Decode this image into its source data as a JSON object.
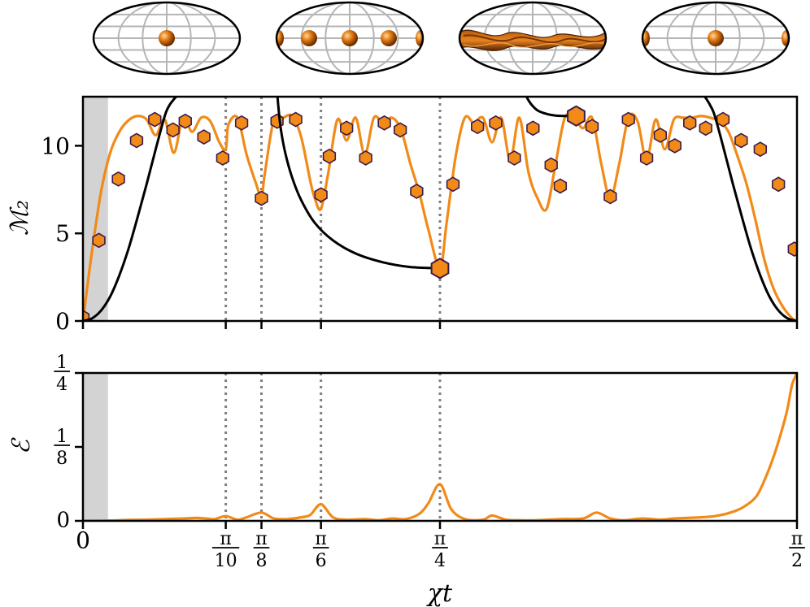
{
  "chart_data": [
    {
      "type": "line",
      "panel": "top",
      "ylabel": "ℳ₂",
      "xlim": [
        0,
        1.5708
      ],
      "ylim": [
        0,
        12.8
      ],
      "yticks": [
        0,
        5,
        10
      ],
      "ytick_labels": [
        "0",
        "5",
        "10"
      ],
      "grid": false,
      "shaded_region": [
        0,
        0.055
      ],
      "reference_lines_x": [
        0.31416,
        0.3927,
        0.5236,
        0.7854
      ],
      "series": [
        {
          "style": "line",
          "color": "#f28a18",
          "x": [
            0,
            0.02,
            0.04,
            0.06,
            0.08,
            0.1,
            0.12,
            0.14,
            0.16,
            0.18,
            0.2,
            0.22,
            0.24,
            0.26,
            0.28,
            0.3,
            0.31416,
            0.32,
            0.34,
            0.36,
            0.38,
            0.3927,
            0.4,
            0.42,
            0.44,
            0.46,
            0.48,
            0.5,
            0.51,
            0.5236,
            0.54,
            0.56,
            0.58,
            0.6,
            0.62,
            0.64,
            0.66,
            0.68,
            0.7,
            0.72,
            0.74,
            0.76,
            0.7854,
            0.8,
            0.82,
            0.84,
            0.86,
            0.88,
            0.9,
            0.92,
            0.94,
            0.96,
            0.98,
            1.0,
            1.02,
            1.04,
            1.06,
            1.08,
            1.1,
            1.12,
            1.14,
            1.16,
            1.18,
            1.2,
            1.22,
            1.24,
            1.26,
            1.28,
            1.3,
            1.32,
            1.34,
            1.36,
            1.38,
            1.4,
            1.42,
            1.44,
            1.46,
            1.48,
            1.5,
            1.52,
            1.54,
            1.56,
            1.5708
          ],
          "y": [
            0,
            4.0,
            7.4,
            9.6,
            10.8,
            11.45,
            11.7,
            11.5,
            10.6,
            11.5,
            9.6,
            11.6,
            10.8,
            11.6,
            11.4,
            10.2,
            9.8,
            11.2,
            11.6,
            9.5,
            7.9,
            7.1,
            8.4,
            11.5,
            11.6,
            11.7,
            10.5,
            8.0,
            7.0,
            6.4,
            8.5,
            11.5,
            10.3,
            11.6,
            9.5,
            11.6,
            11.3,
            11.6,
            10.9,
            9.0,
            7.3,
            5.2,
            3.0,
            5.6,
            9.4,
            11.6,
            11.3,
            11.6,
            10.2,
            11.6,
            9.2,
            11.6,
            8.5,
            7.0,
            6.4,
            9.0,
            11.6,
            11.6,
            11.0,
            11.6,
            9.0,
            7.0,
            9.0,
            11.6,
            11.4,
            9.2,
            11.5,
            9.8,
            11.5,
            11.6,
            11.6,
            11.7,
            11.6,
            11.4,
            10.8,
            9.4,
            7.8,
            5.7,
            3.4,
            1.8,
            0.8,
            0.15,
            0
          ]
        },
        {
          "style": "markers",
          "marker": "hexagon",
          "color": "#f28a18",
          "x": [
            0,
            0.035,
            0.078,
            0.118,
            0.158,
            0.198,
            0.225,
            0.266,
            0.3075,
            0.349,
            0.3927,
            0.427,
            0.468,
            0.5236,
            0.542,
            0.58,
            0.622,
            0.663,
            0.698,
            0.7342,
            0.7854,
            0.814,
            0.868,
            0.908,
            0.949,
            0.99,
            1.03,
            1.05,
            1.085,
            1.12,
            1.16,
            1.2,
            1.24,
            1.27,
            1.302,
            1.335,
            1.37,
            1.408,
            1.448,
            1.49,
            1.53,
            1.565
          ],
          "y": [
            0.2,
            4.6,
            8.1,
            10.3,
            11.5,
            10.9,
            11.4,
            10.5,
            9.3,
            11.3,
            7.0,
            11.4,
            11.5,
            7.2,
            9.4,
            11.0,
            9.3,
            11.3,
            10.9,
            7.4,
            3.0,
            7.8,
            11.1,
            11.3,
            9.3,
            11.0,
            8.9,
            7.7,
            11.7,
            11.1,
            7.1,
            11.5,
            9.3,
            10.6,
            10.0,
            11.3,
            11.0,
            11.5,
            10.3,
            9.8,
            7.8,
            4.1
          ]
        },
        {
          "style": "line",
          "color": "#000000",
          "name": "",
          "x": [
            0,
            0.02,
            0.04,
            0.06,
            0.08,
            0.1,
            0.12,
            0.14,
            0.16,
            0.18,
            0.19,
            0.2,
            0.205
          ],
          "y": [
            0,
            0.15,
            0.6,
            1.4,
            2.6,
            4.1,
            5.9,
            7.8,
            9.8,
            11.7,
            12.3,
            12.65,
            12.8
          ]
        },
        {
          "style": "line",
          "color": "#000000",
          "x": [
            0.7854,
            0.72,
            0.66,
            0.6,
            0.55,
            0.51,
            0.48,
            0.46,
            0.445,
            0.435,
            0.43,
            0.428
          ],
          "y": [
            3.0,
            3.08,
            3.35,
            3.85,
            4.6,
            5.6,
            6.9,
            8.2,
            9.6,
            11.0,
            12.2,
            12.8
          ]
        },
        {
          "style": "line",
          "color": "#000000",
          "x": [
            1.09,
            1.04,
            1.005,
            0.99,
            0.98,
            0.976
          ],
          "y": [
            11.7,
            11.72,
            11.95,
            12.25,
            12.6,
            12.8
          ]
        },
        {
          "style": "line",
          "color": "#000000",
          "x": [
            1.5708,
            1.55,
            1.53,
            1.51,
            1.49,
            1.47,
            1.45,
            1.43,
            1.41,
            1.39,
            1.38,
            1.372,
            1.368
          ],
          "y": [
            0,
            0.15,
            0.6,
            1.4,
            2.6,
            4.1,
            5.9,
            7.8,
            9.8,
            11.7,
            12.3,
            12.65,
            12.8
          ]
        }
      ],
      "highlighted_points": [
        {
          "x": 0.7854,
          "y": 3.0
        },
        {
          "x": 1.085,
          "y": 11.7
        }
      ]
    },
    {
      "type": "line",
      "panel": "bottom",
      "ylabel": "ℰ",
      "xlabel": "χt",
      "xlim": [
        0,
        1.5708
      ],
      "ylim": [
        0,
        0.25
      ],
      "yticks": [
        0,
        0.125,
        0.25
      ],
      "ytick_labels": [
        {
          "whole": "0"
        },
        {
          "num": "1",
          "den": "8"
        },
        {
          "num": "1",
          "den": "4"
        }
      ],
      "xticks": [
        0,
        0.31416,
        0.3927,
        0.5236,
        0.7854,
        1.5708
      ],
      "xtick_labels": [
        {
          "whole": "0"
        },
        {
          "num": "π",
          "den": "10"
        },
        {
          "num": "π",
          "den": "8"
        },
        {
          "num": "π",
          "den": "6"
        },
        {
          "num": "π",
          "den": "4"
        },
        {
          "num": "π",
          "den": "2"
        }
      ],
      "grid": false,
      "shaded_region": [
        0,
        0.055
      ],
      "reference_lines_x": [
        0.31416,
        0.3927,
        0.5236,
        0.7854
      ],
      "series": [
        {
          "style": "line",
          "color": "#f28a18",
          "x": [
            0,
            0.06,
            0.1,
            0.14,
            0.18,
            0.22,
            0.25,
            0.27,
            0.29,
            0.31416,
            0.34,
            0.36,
            0.3927,
            0.42,
            0.45,
            0.48,
            0.5,
            0.5236,
            0.55,
            0.58,
            0.62,
            0.65,
            0.68,
            0.71,
            0.74,
            0.76,
            0.7854,
            0.81,
            0.84,
            0.88,
            0.9,
            0.93,
            0.96,
            1.0,
            1.05,
            1.1,
            1.13,
            1.16,
            1.19,
            1.23,
            1.27,
            1.3,
            1.33,
            1.36,
            1.39,
            1.42,
            1.45,
            1.48,
            1.5,
            1.52,
            1.54,
            1.55,
            1.56,
            1.5708
          ],
          "y": [
            0,
            0.0005,
            0.0015,
            0.002,
            0.003,
            0.004,
            0.005,
            0.004,
            0.003,
            0.008,
            0.002,
            0.006,
            0.014,
            0.004,
            0.003,
            0.006,
            0.01,
            0.028,
            0.006,
            0.002,
            0.003,
            0.001,
            0.004,
            0.003,
            0.012,
            0.03,
            0.062,
            0.02,
            0.003,
            0.002,
            0.009,
            0.002,
            0.001,
            0.001,
            0.003,
            0.004,
            0.014,
            0.004,
            0.001,
            0.004,
            0.002,
            0.004,
            0.005,
            0.006,
            0.008,
            0.013,
            0.022,
            0.04,
            0.07,
            0.11,
            0.16,
            0.19,
            0.23,
            0.25
          ]
        }
      ]
    }
  ]
}
